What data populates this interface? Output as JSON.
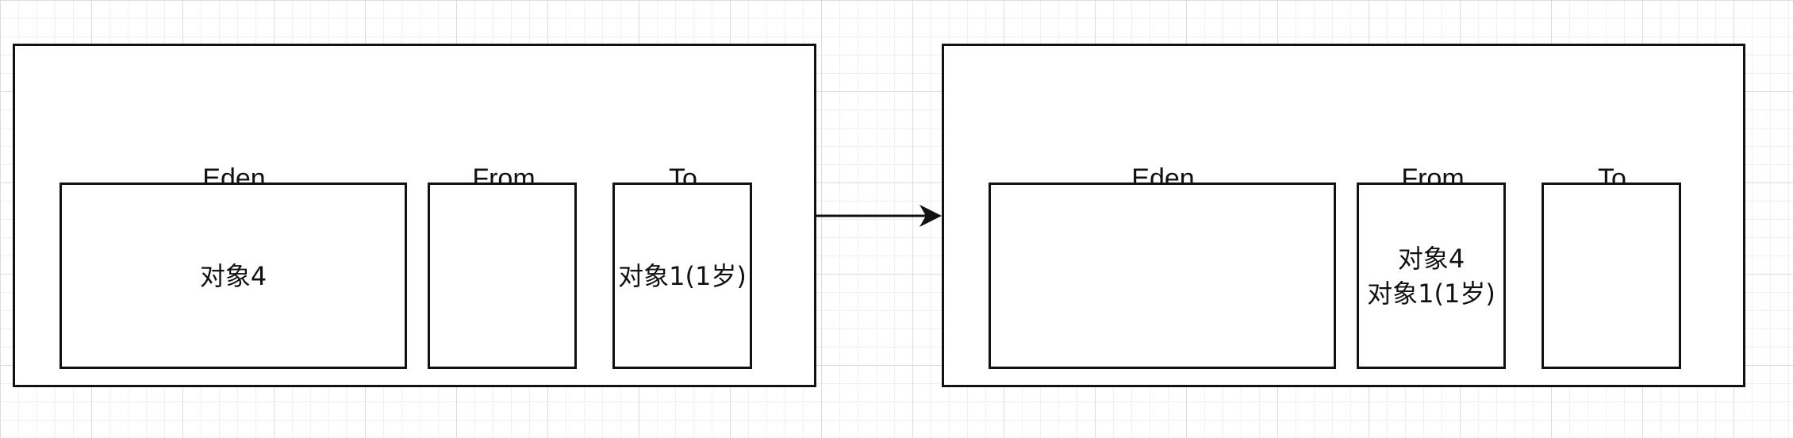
{
  "before": {
    "eden_label": "Eden",
    "from_label": "From",
    "to_label": "To",
    "eden_content": "对象4",
    "from_content": "",
    "to_content": "对象1(1岁)"
  },
  "after": {
    "eden_label": "Eden",
    "from_label": "From",
    "to_label": "To",
    "eden_content": "",
    "from_lines": [
      "对象4",
      "对象1(1岁)"
    ],
    "to_content": ""
  }
}
